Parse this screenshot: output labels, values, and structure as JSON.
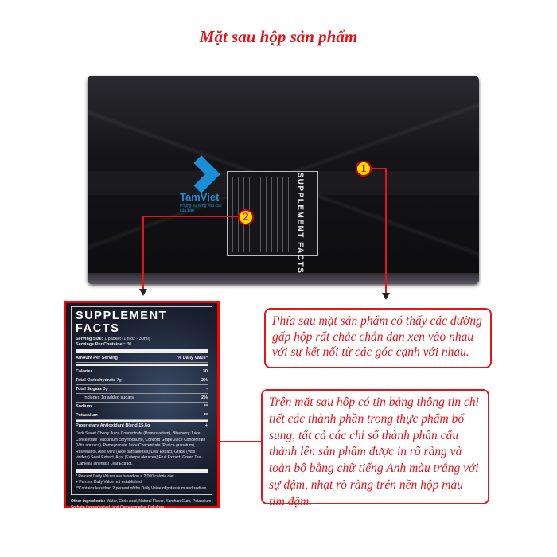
{
  "title": "Mặt sau hộp sản phẩm",
  "logo": {
    "name": "TamViet",
    "tagline": "Phụng sự từng nhu cầu của bạn"
  },
  "box_label_title": "SUPPLEMENT FACTS",
  "markers": [
    "1",
    "2"
  ],
  "panel": {
    "title": "SUPPLEMENT FACTS",
    "serving_size_label": "Serving Size:",
    "serving_size": "1 packet (1 fl oz - 30ml)",
    "servings_label": "Servings Per Container:",
    "servings": "30",
    "amount_header": "Amount Per Serving",
    "dv_header": "% Daily Value*",
    "rows": [
      {
        "name": "Calories",
        "amount": "",
        "dv": "30"
      },
      {
        "name": "Total Carbohydrate",
        "amount": "7g",
        "dv": "2%"
      },
      {
        "name": "Total Sugars",
        "amount": "3g",
        "dv": "-"
      },
      {
        "name": "Includes 1g added sugars",
        "amount": "",
        "dv": "2%"
      },
      {
        "name": "Sodium",
        "amount": "",
        "dv": "**"
      },
      {
        "name": "Potassium",
        "amount": "",
        "dv": "**"
      }
    ],
    "blend_name": "Proprietary Antioxidant Blend 15.6g",
    "blend_dv": "+",
    "blend_text": "Dark Sweet Cherry Juice Concentrate (Prunus avium), Blueberry Juice Concentrate (Vaccinium corymbosum), Concord Grape Juice Concentrate (Vitis abrusca), Pomegranate Juice Concentrate (Punica granatum), Resveratrol, Aloe Vera (Aloe barbadensis) Leaf Extract, Grape (Vitis vinifera) Seed Extract, Açaí (Euterpe oleracea) Fruit Extract, Green Tea (Camellia sinensis) Leaf Extract.",
    "footnotes": [
      "* Percent Daily Values are based on a 2,000 calorie diet.",
      "+ Percent Daily Value not established.",
      "**Contains less than 2 percent of the Daily Value of potassium and sodium."
    ],
    "other_label": "Other ingredients:",
    "other_text": "Water, Citric Acid, Natural Flavor, Xanthan Gum, Potassium Sorbate (preservative), and Carboxymethyl Cellulose."
  },
  "callouts": [
    "Phía sau mặt sản phẩm có thấy các đường gấp hộp rất chắc chắn đan xen vào nhau với sự kết nối từ các góc cạnh với nhau.",
    "Trên mặt sau hộp có tin bảng thông tin chi tiết các thành phần trong thực phẩm bổ sung, tất cả các chỉ số thành phần cấu thành lên sản phẩm được in rõ ràng và toàn bộ bằng chữ tiếng Anh màu trắng với sự đậm, nhạt rõ ràng trên nền hộp màu tím đậm."
  ],
  "colors": {
    "accent": "#e4141c",
    "marker": "#ffe000",
    "logo": "#1a8fd6"
  }
}
